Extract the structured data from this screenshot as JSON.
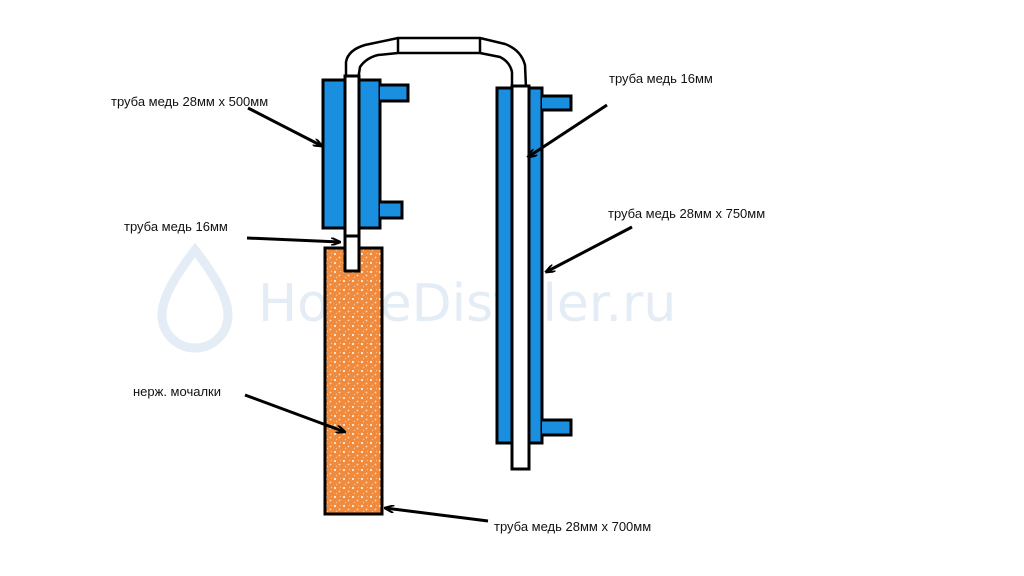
{
  "watermark": {
    "text": "HomeDistiller.ru",
    "color": "#e4ecf5"
  },
  "colors": {
    "jacket": "#1a8fe0",
    "packing": "#f08a3c",
    "outline": "#000000",
    "background": "#ffffff"
  },
  "labels": {
    "upper_jacket": "труба медь 28мм х 500мм",
    "inner_tube_left": "труба медь 16мм",
    "packing": "нерж. мочалки",
    "column": "труба медь 28мм х 700мм",
    "inner_tube_right": "труба медь 16мм",
    "condenser_jacket": "труба медь 28мм х 750мм"
  }
}
